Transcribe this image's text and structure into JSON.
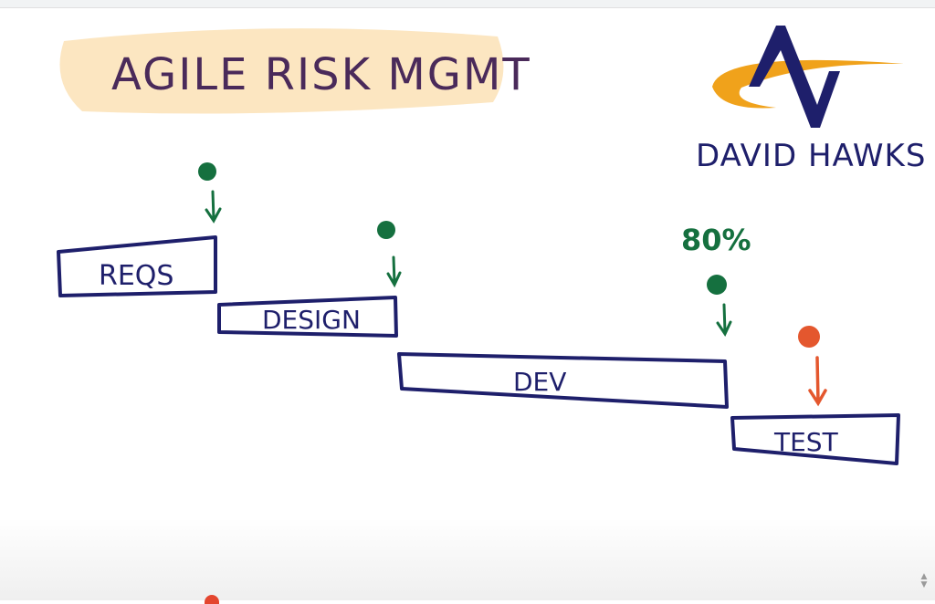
{
  "title": "AGILE RISK MGMT",
  "brand": {
    "name": "DAVID HAWKS",
    "colors": {
      "navy": "#1e1f6b",
      "orange": "#f0a21b"
    }
  },
  "phases": [
    {
      "label": "REQS"
    },
    {
      "label": "DESIGN"
    },
    {
      "label": "DEV"
    },
    {
      "label": "TEST"
    }
  ],
  "annotations": {
    "progress": "80%"
  },
  "colors": {
    "box_stroke": "#1e1f6b",
    "marker_green": "#15703f",
    "marker_orange": "#e4572e",
    "title_highlight": "#fbe2b6",
    "title_text": "#4a2a5a"
  }
}
